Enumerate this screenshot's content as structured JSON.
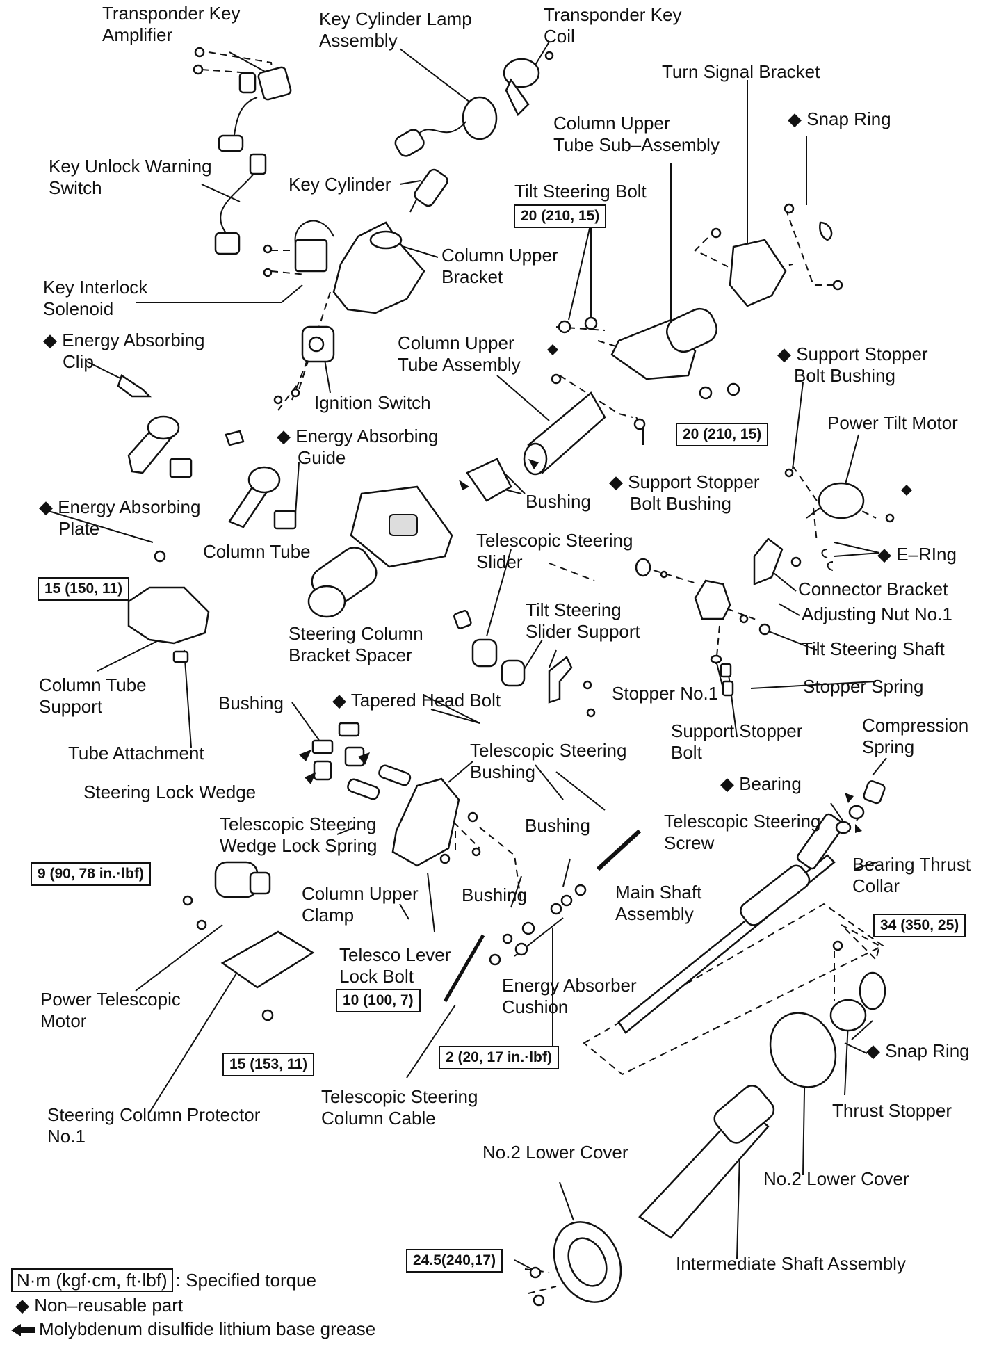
{
  "labels": {
    "transponder_key_amplifier": [
      "Transponder Key",
      "Amplifier"
    ],
    "key_cylinder_lamp_assembly": [
      "Key Cylinder Lamp",
      "Assembly"
    ],
    "transponder_key_coil": [
      "Transponder Key",
      "Coil"
    ],
    "turn_signal_bracket": [
      "Turn Signal Bracket"
    ],
    "snap_ring_top": [
      "◆ Snap Ring"
    ],
    "column_upper_tube_sub_assembly": [
      "Column Upper",
      "Tube Sub–Assembly"
    ],
    "key_unlock_warning_switch": [
      "Key Unlock Warning",
      "Switch"
    ],
    "key_cylinder": [
      "Key Cylinder"
    ],
    "tilt_steering_bolt": [
      "Tilt Steering Bolt"
    ],
    "column_upper_bracket": [
      "Column Upper",
      "Bracket"
    ],
    "key_interlock_solenoid": [
      "Key Interlock",
      "Solenoid"
    ],
    "energy_absorbing_clip": [
      "◆ Energy Absorbing",
      "Clip"
    ],
    "column_upper_tube_assembly": [
      "Column Upper",
      "Tube Assembly"
    ],
    "support_stopper_bolt_bushing_right": [
      "◆ Support Stopper",
      "Bolt Bushing"
    ],
    "ignition_switch": [
      "Ignition Switch"
    ],
    "power_tilt_motor": [
      "Power Tilt Motor"
    ],
    "energy_absorbing_guide": [
      "◆ Energy Absorbing",
      "Guide"
    ],
    "support_stopper_bolt_bushing_mid": [
      "◆ Support Stopper",
      "Bolt Bushing"
    ],
    "bushing_upper": [
      "Bushing"
    ],
    "energy_absorbing_plate": [
      "◆ Energy Absorbing",
      "Plate"
    ],
    "e_ring": [
      "◆ E–RIng"
    ],
    "column_tube": [
      "Column Tube"
    ],
    "telescopic_steering_slider": [
      "Telescopic Steering",
      "Slider"
    ],
    "connector_bracket": [
      "Connector Bracket"
    ],
    "adjusting_nut_no1": [
      "Adjusting Nut No.1"
    ],
    "tilt_steering_slider_support": [
      "Tilt Steering",
      "Slider Support"
    ],
    "steering_column_bracket_spacer": [
      "Steering Column",
      "Bracket Spacer"
    ],
    "tilt_steering_shaft": [
      "Tilt Steering Shaft"
    ],
    "column_tube_support": [
      "Column Tube",
      "Support"
    ],
    "stopper_no1": [
      "Stopper No.1"
    ],
    "stopper_spring": [
      "Stopper Spring"
    ],
    "bushing_pair": [
      "Bushing"
    ],
    "tapered_head_bolt": [
      "◆ Tapered Head Bolt"
    ],
    "support_stopper_bolt": [
      "Support Stopper",
      "Bolt"
    ],
    "compression_spring": [
      "Compression",
      "Spring"
    ],
    "tube_attachment": [
      "Tube Attachment"
    ],
    "telescopic_steering_bushing": [
      "Telescopic Steering",
      "Bushing"
    ],
    "steering_lock_wedge": [
      "Steering Lock Wedge"
    ],
    "bearing": [
      "◆ Bearing"
    ],
    "telescopic_steering_wedge_lock_spring": [
      "Telescopic Steering",
      "Wedge Lock Spring"
    ],
    "bushing_mid": [
      "Bushing"
    ],
    "telescopic_steering_screw": [
      "Telescopic Steering",
      "Screw"
    ],
    "bearing_thrust_collar": [
      "Bearing Thrust",
      "Collar"
    ],
    "column_upper_clamp": [
      "Column Upper",
      "Clamp"
    ],
    "bushing_lower": [
      "Bushing"
    ],
    "main_shaft_assembly": [
      "Main Shaft",
      "Assembly"
    ],
    "telesco_lever_lock_bolt": [
      "Telesco Lever",
      "Lock Bolt"
    ],
    "energy_absorber_cushion": [
      "Energy Absorber",
      "Cushion"
    ],
    "power_telescopic_motor": [
      "Power Telescopic",
      "Motor"
    ],
    "snap_ring_bottom": [
      "◆ Snap Ring"
    ],
    "telescopic_steering_column_cable": [
      "Telescopic Steering",
      "Column Cable"
    ],
    "thrust_stopper": [
      "Thrust Stopper"
    ],
    "steering_column_protector_no1": [
      "Steering Column Protector",
      "No.1"
    ],
    "no2_lower_cover_left": [
      "No.2 Lower Cover"
    ],
    "no2_lower_cover_right": [
      "No.2 Lower Cover"
    ],
    "intermediate_shaft_assembly": [
      "Intermediate Shaft Assembly"
    ]
  },
  "torque_specs": {
    "tilt_steering_bolt_a": "20 (210, 15)",
    "tilt_steering_bolt_b": "20 (210, 15)",
    "column_tube_support": "15 (150, 11)",
    "power_telescopic_motor": "9 (90, 78 in.·lbf)",
    "steering_column_protector": "15 (153, 11)",
    "telesco_lever_lock_bolt": "10 (100, 7)",
    "column_cable": "2 (20, 17 in.·lbf)",
    "snap_ring_bolt": "34 (350, 25)",
    "lower_cover": "24.5(240,17)"
  },
  "legend": {
    "torque_unit": "N·m (kgf·cm, ft·lbf)",
    "torque_text": ": Specified torque",
    "non_reusable": "◆ Non–reusable part",
    "grease": "Molybdenum disulfide lithium base grease"
  }
}
